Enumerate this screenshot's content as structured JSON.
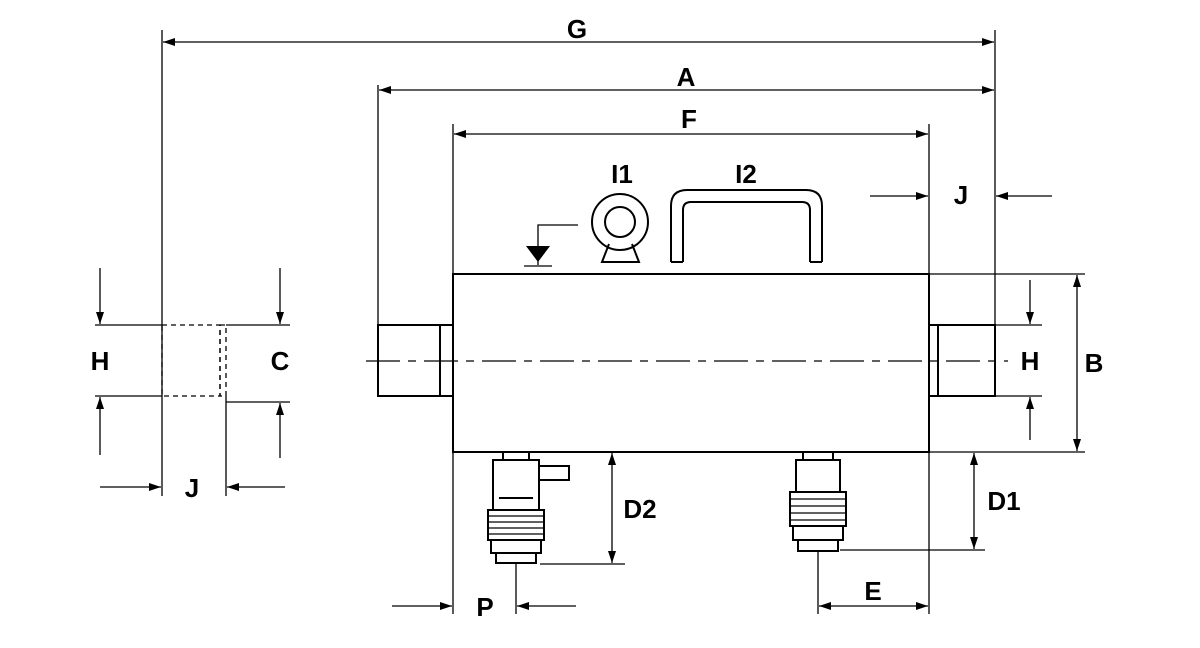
{
  "labels": {
    "G": "G",
    "A": "A",
    "F": "F",
    "I1": "I1",
    "I2": "I2",
    "J_right": "J",
    "J_left": "J",
    "H_left": "H",
    "H_right": "H",
    "C": "C",
    "B": "B",
    "D1": "D1",
    "D2": "D2",
    "E": "E",
    "P": "P"
  }
}
